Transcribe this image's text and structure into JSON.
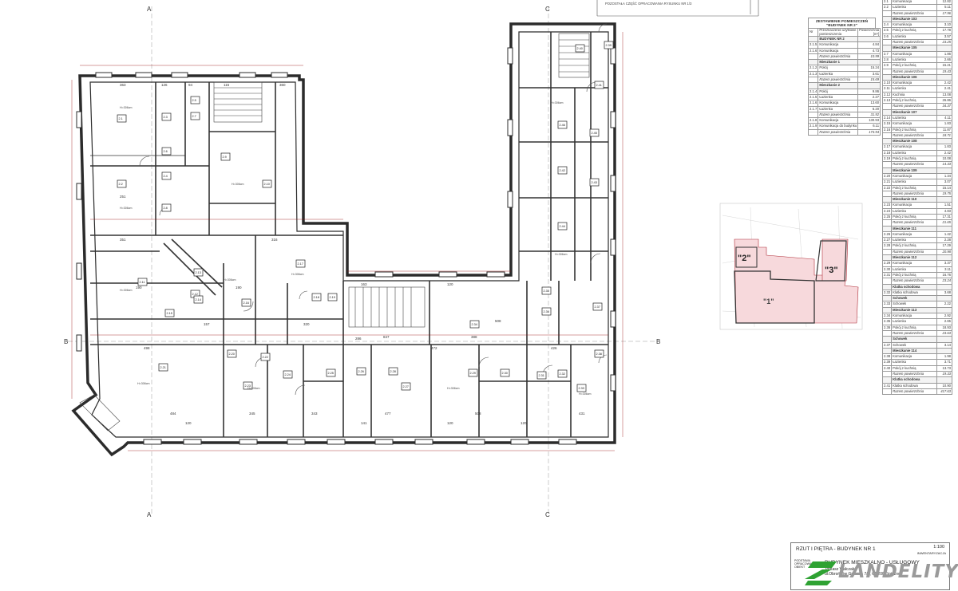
{
  "drawing": {
    "top_note": "POZOSTAŁA CZĘŚĆ OPRACOWANIA RYSUNKU NR 1/3",
    "section_markers": [
      "A",
      "A",
      "B",
      "B",
      "C",
      "C"
    ],
    "height_label": "H=306cm"
  },
  "rooms": [
    "2.1",
    "2.2",
    "2.3",
    "2.4",
    "2.5",
    "2.6",
    "2.7",
    "2.8",
    "2.9",
    "2.10",
    "2.11",
    "2.12",
    "2.13",
    "2.14",
    "2.15",
    "2.16",
    "2.17",
    "2.18",
    "2.19",
    "2.20",
    "2.21",
    "2.22",
    "2.23",
    "2.24",
    "2.25",
    "2.26",
    "2.27",
    "2.28",
    "2.29",
    "2.30",
    "2.31",
    "2.32",
    "2.33",
    "2.34",
    "2.35",
    "2.36",
    "2.37",
    "2.38",
    "2.39",
    "2.40",
    "2.41",
    "2.42",
    "2.43",
    "2.44",
    "2.45",
    "2.46"
  ],
  "dimensions": {
    "north": [
      "363",
      "126",
      "94",
      "115",
      "360"
    ],
    "south": [
      "484",
      "120",
      "345",
      "343",
      "141",
      "477",
      "120",
      "508",
      "120",
      "431"
    ],
    "middle": [
      "251",
      "351",
      "190",
      "316",
      "190",
      "157",
      "320",
      "286",
      "163",
      "120",
      "472",
      "508",
      "426",
      "498",
      "847",
      "388"
    ]
  },
  "left_table": {
    "title": "ZESTAWIENIE POMIESZCZEŃ \"BUDYNEK NR 2\"",
    "headers": [
      "Nr",
      "Przeznaczenie użytkowe pomieszczenia",
      "Powierzchnia [m²]"
    ],
    "rows": [
      {
        "kind": "sec",
        "name": "BUDYNEK NR 2"
      },
      {
        "nr": "2.1.5",
        "name": "Komunikacja",
        "val": "4.84"
      },
      {
        "nr": "2.1.6",
        "name": "Komunikacja",
        "val": "4.73"
      },
      {
        "kind": "sum",
        "name": "Razem powierzchnia",
        "val": "10.99"
      },
      {
        "kind": "sec",
        "name": "Mieszkanie 1"
      },
      {
        "nr": "2.1.2",
        "name": "Pokój",
        "val": "15.24"
      },
      {
        "nr": "2.1.3",
        "name": "Łazienka",
        "val": "3.61"
      },
      {
        "kind": "sum",
        "name": "Razem powierzchnia",
        "val": "15.69"
      },
      {
        "kind": "sec",
        "name": "Mieszkanie 2"
      },
      {
        "nr": "2.1.4",
        "name": "Pokój",
        "val": "9.86"
      },
      {
        "nr": "2.1.5",
        "name": "Łazienka",
        "val": "2.27"
      },
      {
        "nr": "2.1.6",
        "name": "Komunikacja",
        "val": "13.60"
      },
      {
        "nr": "2.1.7",
        "name": "Łazienka",
        "val": "6.20"
      },
      {
        "kind": "sum",
        "name": "Razem powierzchnia",
        "val": "31.92"
      },
      {
        "nr": "2.1.8",
        "name": "Komunikacja",
        "val": "130.93"
      },
      {
        "nr": "2.1.9",
        "name": "Komunikacja do budynku",
        "val": "6.11"
      },
      {
        "kind": "sum",
        "name": "Razem powierzchnia",
        "val": "173.94"
      }
    ]
  },
  "right_table": {
    "rows": [
      {
        "nr": "2.1",
        "name": "Komunikacja",
        "val": "12.82"
      },
      {
        "nr": "2.2",
        "name": "Łazienka",
        "val": "5.11"
      },
      {
        "kind": "sum",
        "name": "Razem powierzchnia",
        "val": "17.96"
      },
      {
        "kind": "sec",
        "name": "Mieszkanie 103"
      },
      {
        "nr": "2.4",
        "name": "Komunikacja",
        "val": "3.10"
      },
      {
        "nr": "2.5",
        "name": "Pokój z kuchnią",
        "val": "17.78"
      },
      {
        "nr": "2.6",
        "name": "Łazienka",
        "val": "3.57"
      },
      {
        "kind": "sum",
        "name": "Razem powierzchnia",
        "val": "23.25"
      },
      {
        "kind": "sec",
        "name": "Mieszkanie 105"
      },
      {
        "nr": "2.7",
        "name": "Komunikacja",
        "val": "1.86"
      },
      {
        "nr": "2.8",
        "name": "Łazienka",
        "val": "2.66"
      },
      {
        "nr": "2.9",
        "name": "Pokój z kuchnią",
        "val": "15.21"
      },
      {
        "kind": "sum",
        "name": "Razem powierzchnia",
        "val": "19.43"
      },
      {
        "kind": "sec",
        "name": "Mieszkanie 106"
      },
      {
        "nr": "2.10",
        "name": "Komunikacja",
        "val": "2.42"
      },
      {
        "nr": "2.11",
        "name": "Łazienka",
        "val": "2.41"
      },
      {
        "nr": "2.12",
        "name": "Kuchnia",
        "val": "13.08"
      },
      {
        "nr": "2.13",
        "name": "Pokój z kuchnią",
        "val": "26.86"
      },
      {
        "kind": "sum",
        "name": "Razem powierzchnia",
        "val": "34.37"
      },
      {
        "kind": "sec",
        "name": "Mieszkanie 107"
      },
      {
        "nr": "2.14",
        "name": "Łazienka",
        "val": "4.11"
      },
      {
        "nr": "2.15",
        "name": "Komunikacja",
        "val": "1.83"
      },
      {
        "nr": "2.16",
        "name": "Pokój z kuchnią",
        "val": "11.87"
      },
      {
        "kind": "sum",
        "name": "Razem powierzchnia",
        "val": "18.71"
      },
      {
        "kind": "sec",
        "name": "Mieszkanie 108"
      },
      {
        "nr": "2.17",
        "name": "Komunikacja",
        "val": "1.83"
      },
      {
        "nr": "2.18",
        "name": "Łazienka",
        "val": "2.42"
      },
      {
        "nr": "2.19",
        "name": "Pokój z kuchnią",
        "val": "10.08"
      },
      {
        "kind": "sum",
        "name": "Razem powierzchnia",
        "val": "14.33"
      },
      {
        "kind": "sec",
        "name": "Mieszkanie 109"
      },
      {
        "nr": "2.20",
        "name": "Komunikacja",
        "val": "1.34"
      },
      {
        "nr": "2.21",
        "name": "Łazienka",
        "val": "3.07"
      },
      {
        "nr": "2.22",
        "name": "Pokój z kuchnią",
        "val": "15.14"
      },
      {
        "kind": "sum",
        "name": "Razem powierzchnia",
        "val": "19.75"
      },
      {
        "kind": "sec",
        "name": "Mieszkanie 110"
      },
      {
        "nr": "2.23",
        "name": "Komunikacja",
        "val": "1.51"
      },
      {
        "nr": "2.24",
        "name": "Łazienka",
        "val": "4.83"
      },
      {
        "nr": "2.25",
        "name": "Pokój z kuchnią",
        "val": "17.31"
      },
      {
        "kind": "sum",
        "name": "Razem powierzchnia",
        "val": "21.65"
      },
      {
        "kind": "sec",
        "name": "Mieszkanie 111"
      },
      {
        "nr": "2.26",
        "name": "Komunikacja",
        "val": "1.42"
      },
      {
        "nr": "2.27",
        "name": "Łazienka",
        "val": "2.28"
      },
      {
        "nr": "2.28",
        "name": "Pokój z kuchnią",
        "val": "17.29"
      },
      {
        "kind": "sum",
        "name": "Razem powierzchnia",
        "val": "20.98"
      },
      {
        "kind": "sec",
        "name": "Mieszkanie 112"
      },
      {
        "nr": "2.29",
        "name": "Komunikacja",
        "val": "3.37"
      },
      {
        "nr": "2.30",
        "name": "Łazienka",
        "val": "3.11"
      },
      {
        "nr": "2.31",
        "name": "Pokój z kuchnią",
        "val": "16.76"
      },
      {
        "kind": "sum",
        "name": "Razem powierzchnia",
        "val": "23.24"
      },
      {
        "kind": "sec",
        "name": "Klatka schodowa"
      },
      {
        "nr": "2.32",
        "name": "Klatka schodowa",
        "val": "3.68"
      },
      {
        "kind": "sec",
        "name": "Schowek"
      },
      {
        "nr": "2.33",
        "name": "Schowek",
        "val": "2.22"
      },
      {
        "kind": "sec",
        "name": "Mieszkanie 113"
      },
      {
        "nr": "2.34",
        "name": "Komunikacja",
        "val": "2.92"
      },
      {
        "nr": "2.35",
        "name": "Łazienka",
        "val": "2.65"
      },
      {
        "nr": "2.36",
        "name": "Pokój z kuchnią",
        "val": "18.93"
      },
      {
        "kind": "sum",
        "name": "Razem powierzchnia",
        "val": "23.63"
      },
      {
        "kind": "sec",
        "name": "Schowek"
      },
      {
        "nr": "2.37",
        "name": "Schowek",
        "val": "3.14"
      },
      {
        "kind": "sec",
        "name": "Mieszkanie 114"
      },
      {
        "nr": "2.38",
        "name": "Komunikacja",
        "val": "1.98"
      },
      {
        "nr": "2.39",
        "name": "Łazienka",
        "val": "3.71"
      },
      {
        "nr": "2.40",
        "name": "Pokój z kuchnią",
        "val": "13.73"
      },
      {
        "kind": "sum",
        "name": "Razem powierzchnia",
        "val": "19.33"
      },
      {
        "kind": "sec",
        "name": "Klatka schodowa"
      },
      {
        "nr": "2.41",
        "name": "Klatka schodowa",
        "val": "10.90"
      },
      {
        "kind": "sum",
        "name": "Razem powierzchnia",
        "val": "417.63"
      }
    ]
  },
  "site_map": {
    "label_a": "\"2\"",
    "label_b": "\"3\"",
    "label_c": "\"1\""
  },
  "stamp": {
    "title": "RZUT I PIĘTRA - BUDYNEK NR 1",
    "scale": "1:100",
    "type": "INWENTARYZACJA",
    "subject": "BUDYNEK MIESZKALNO - USŁUGOWY",
    "author": "Tomasz Walczak",
    "address": "ul.Obrońców Gniezna 7/2, 62-200 Gniezno",
    "role": "PODSTAWA OPRACOWANIA OBIEKT"
  },
  "logo": {
    "text": "LANDELITY"
  },
  "colors": {
    "wall": "#2b2b2b",
    "thin": "#555555",
    "dim": "#9b0d0d",
    "site_fill": "#f7d9dc",
    "site_line": "#b0303a"
  }
}
